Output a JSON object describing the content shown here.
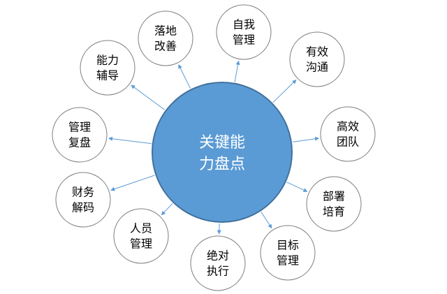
{
  "center": {
    "line1": "关键能",
    "line2": "力盘点"
  },
  "nodes": [
    {
      "id": "luodi",
      "line1": "落地",
      "line2": "改善"
    },
    {
      "id": "ziwo",
      "line1": "自我",
      "line2": "管理"
    },
    {
      "id": "youxiao",
      "line1": "有效",
      "line2": "沟通"
    },
    {
      "id": "gaoxiao",
      "line1": "高效",
      "line2": "团队"
    },
    {
      "id": "bushu",
      "line1": "部署",
      "line2": "培育"
    },
    {
      "id": "mubiao",
      "line1": "目标",
      "line2": "管理"
    },
    {
      "id": "juedui",
      "line1": "绝对",
      "line2": "执行"
    },
    {
      "id": "renyuan",
      "line1": "人员",
      "line2": "管理"
    },
    {
      "id": "caiwu",
      "line1": "财务",
      "line2": "解码"
    },
    {
      "id": "guanli",
      "line1": "管理",
      "line2": "复盘"
    },
    {
      "id": "nengli",
      "line1": "能力",
      "line2": "辅导"
    }
  ],
  "colors": {
    "center_fill": "#5b9bd5",
    "center_stroke": "#41719c",
    "center_text": "#ffffff",
    "node_stroke": "#7f7f7f",
    "node_fill": "#ffffff",
    "node_text": "#000000",
    "arrow": "#5b9bd5"
  }
}
